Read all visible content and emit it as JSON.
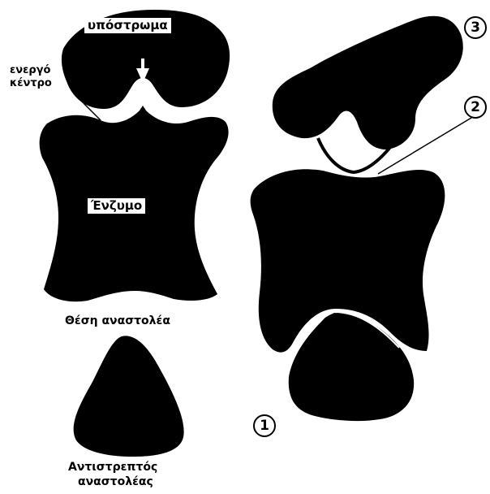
{
  "labels": {
    "substrate": "υπόστρωμα",
    "active_site_line1": "ενεργό",
    "active_site_line2": "κέντρο",
    "enzyme": "Ένζυμο",
    "inhibitor_site": "Θέση αναστολέα",
    "inhibitor_line1": "Αντιστρεπτός",
    "inhibitor_line2": "αναστολέας"
  },
  "markers": {
    "one": "1",
    "two": "2",
    "three": "3"
  }
}
